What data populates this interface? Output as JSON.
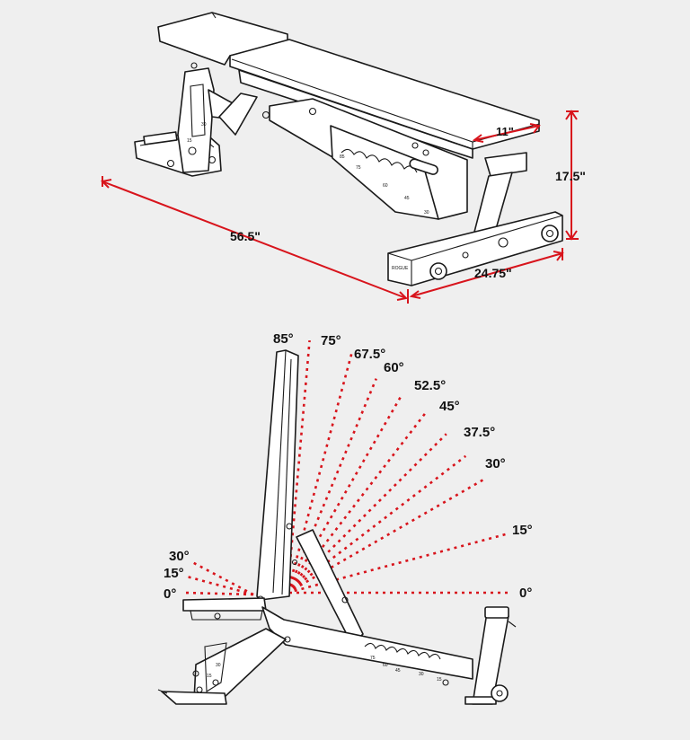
{
  "colors": {
    "background": "#efefef",
    "accent": "#d8141c",
    "ink": "#1a1a1a",
    "pad": "#ffffff"
  },
  "dimensions": {
    "length": "56.5\"",
    "width": "24.75\"",
    "height": "17.5\"",
    "pad_width": "11\""
  },
  "seat_angles": [
    {
      "label": "0°",
      "angle": 0
    },
    {
      "label": "15°",
      "angle": 15
    },
    {
      "label": "30°",
      "angle": 30
    }
  ],
  "back_angles": [
    {
      "label": "0°",
      "angle": 0
    },
    {
      "label": "15°",
      "angle": 15
    },
    {
      "label": "30°",
      "angle": 30
    },
    {
      "label": "37.5°",
      "angle": 37.5
    },
    {
      "label": "45°",
      "angle": 45
    },
    {
      "label": "52.5°",
      "angle": 52.5
    },
    {
      "label": "60°",
      "angle": 60
    },
    {
      "label": "67.5°",
      "angle": 67.5
    },
    {
      "label": "75°",
      "angle": 75
    },
    {
      "label": "85°",
      "angle": 85
    }
  ]
}
